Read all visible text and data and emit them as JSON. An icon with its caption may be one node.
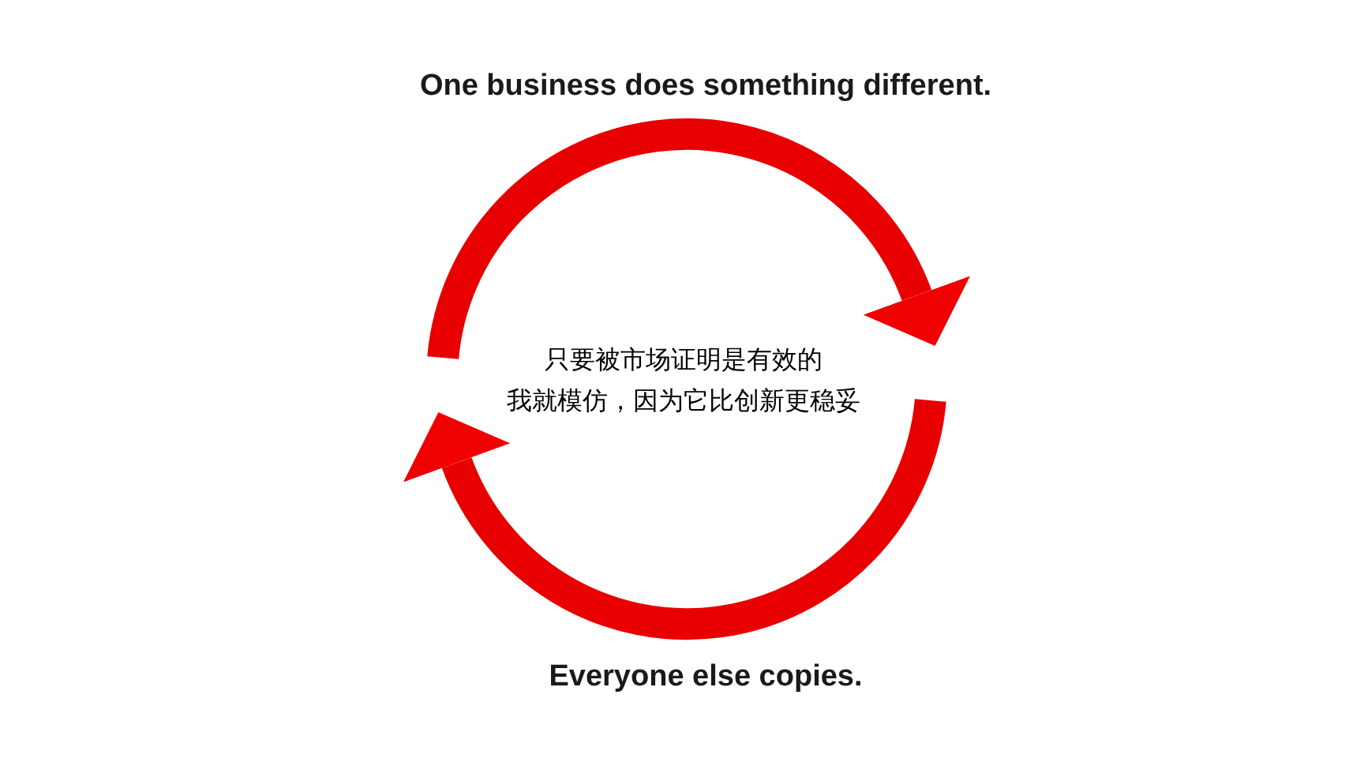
{
  "diagram": {
    "labels": [
      "One business does something different.",
      "只要被市场证明是有效的",
      "我就模仿，因为它比创新更稳妥",
      "Everyone else copies."
    ]
  }
}
